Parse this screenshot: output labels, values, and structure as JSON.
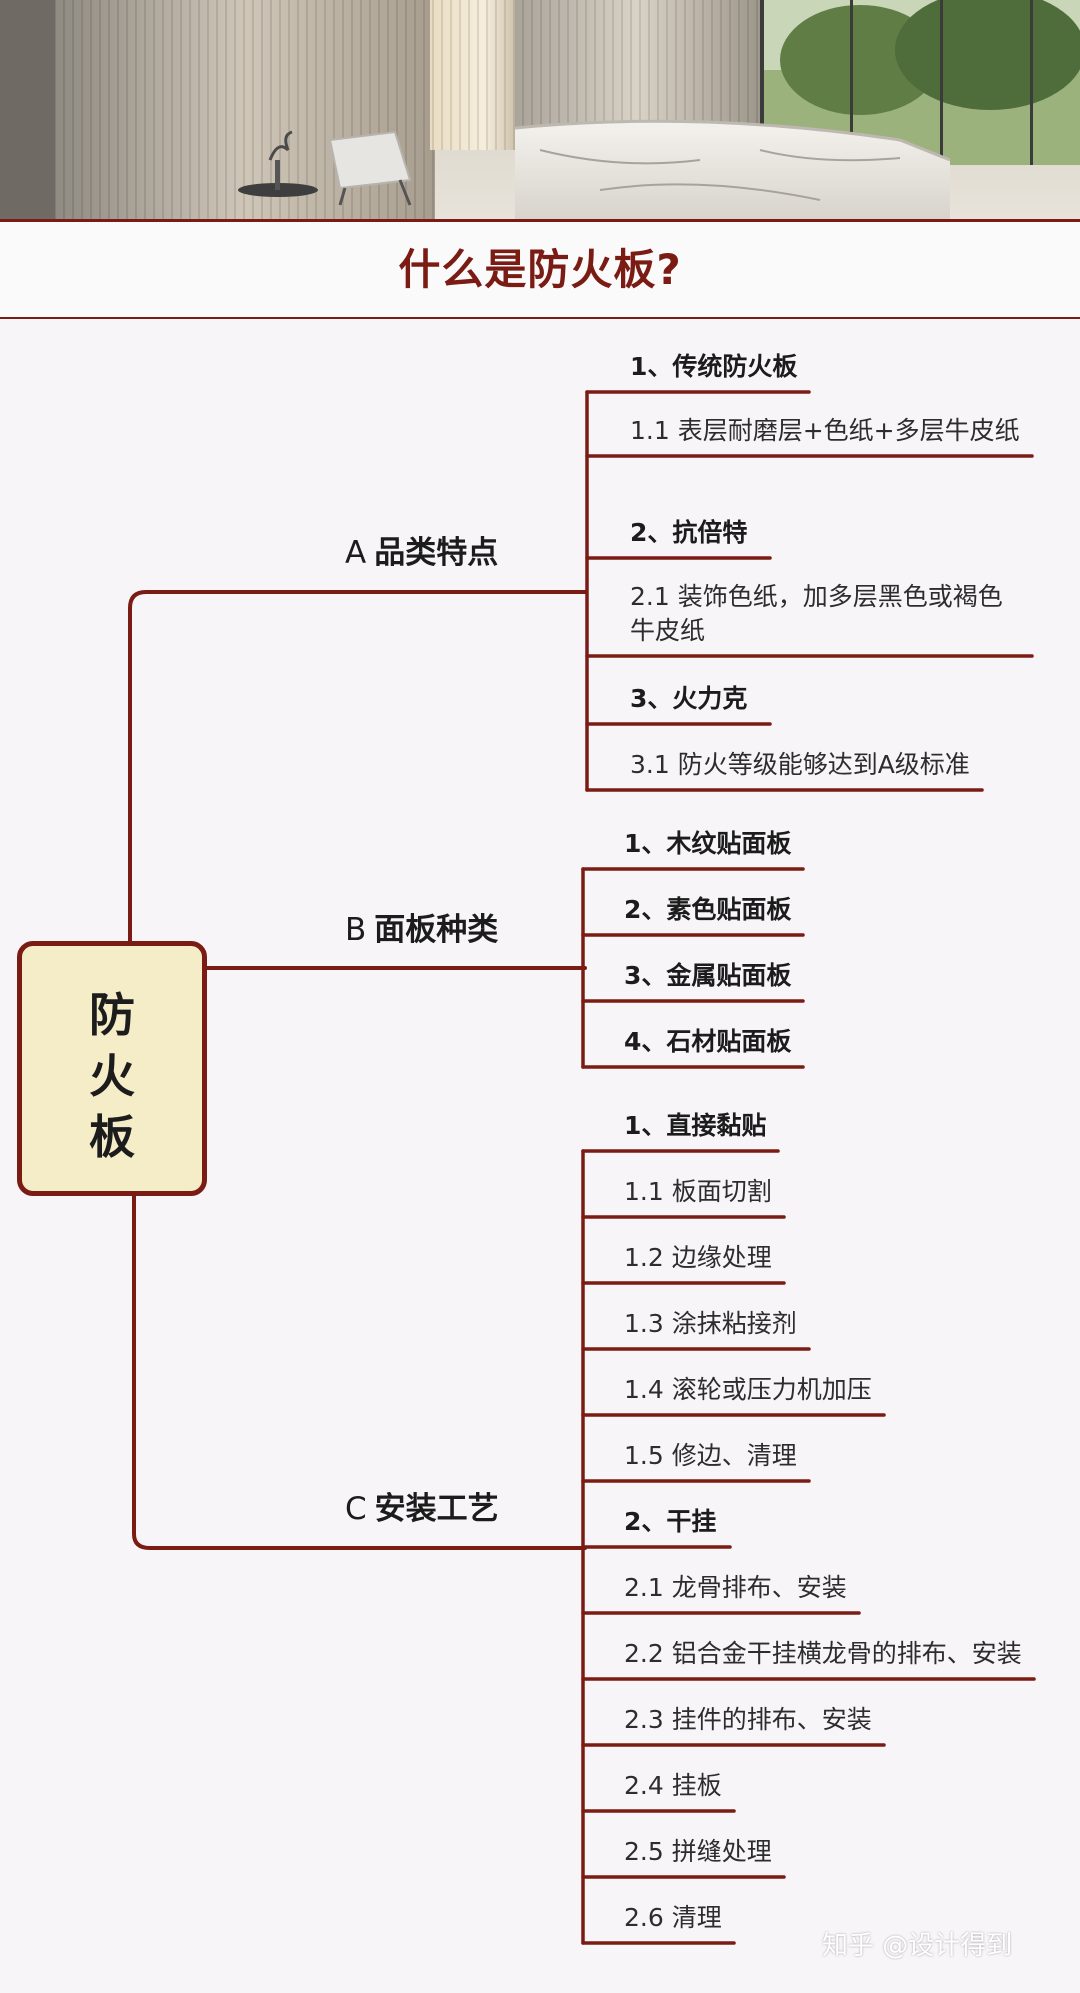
{
  "title": "什么是防火板?",
  "root": {
    "chars": [
      "防",
      "火",
      "板"
    ]
  },
  "branches": [
    {
      "code": "A",
      "label": "品类特点",
      "items": [
        {
          "text": "1、传统防火板",
          "bold": true
        },
        {
          "text": "1.1 表层耐磨层+色纸+多层牛皮纸",
          "bold": false
        },
        {
          "text": "2、抗倍特",
          "bold": true
        },
        {
          "text": "2.1 装饰色纸，加多层黑色或褐色牛皮纸",
          "bold": false
        },
        {
          "text": "3、火力克",
          "bold": true
        },
        {
          "text": "3.1 防火等级能够达到A级标准",
          "bold": false
        }
      ]
    },
    {
      "code": "B",
      "label": "面板种类",
      "items": [
        {
          "text": "1、木纹贴面板",
          "bold": true
        },
        {
          "text": "2、素色贴面板",
          "bold": true
        },
        {
          "text": "3、金属贴面板",
          "bold": true
        },
        {
          "text": "4、石材贴面板",
          "bold": true
        }
      ]
    },
    {
      "code": "C",
      "label": "安装工艺",
      "items": [
        {
          "text": "1、直接黏贴",
          "bold": true
        },
        {
          "text": "1.1 板面切割",
          "bold": false
        },
        {
          "text": "1.2 边缘处理",
          "bold": false
        },
        {
          "text": "1.3 涂抹粘接剂",
          "bold": false
        },
        {
          "text": "1.4 滚轮或压力机加压",
          "bold": false
        },
        {
          "text": "1.5 修边、清理",
          "bold": false
        },
        {
          "text": "2、干挂",
          "bold": true
        },
        {
          "text": "2.1 龙骨排布、安装",
          "bold": false
        },
        {
          "text": "2.2 铝合金干挂横龙骨的排布、安装",
          "bold": false
        },
        {
          "text": "2.3 挂件的排布、安装",
          "bold": false
        },
        {
          "text": "2.4 挂板",
          "bold": false
        },
        {
          "text": "2.5 拼缝处理",
          "bold": false
        },
        {
          "text": "2.6 清理",
          "bold": false
        }
      ]
    }
  ],
  "watermark": "知乎 @设计得到",
  "colors": {
    "accent": "#7a1c14",
    "root_fill": "#f5ecc8",
    "background": "#f7f5f8"
  }
}
